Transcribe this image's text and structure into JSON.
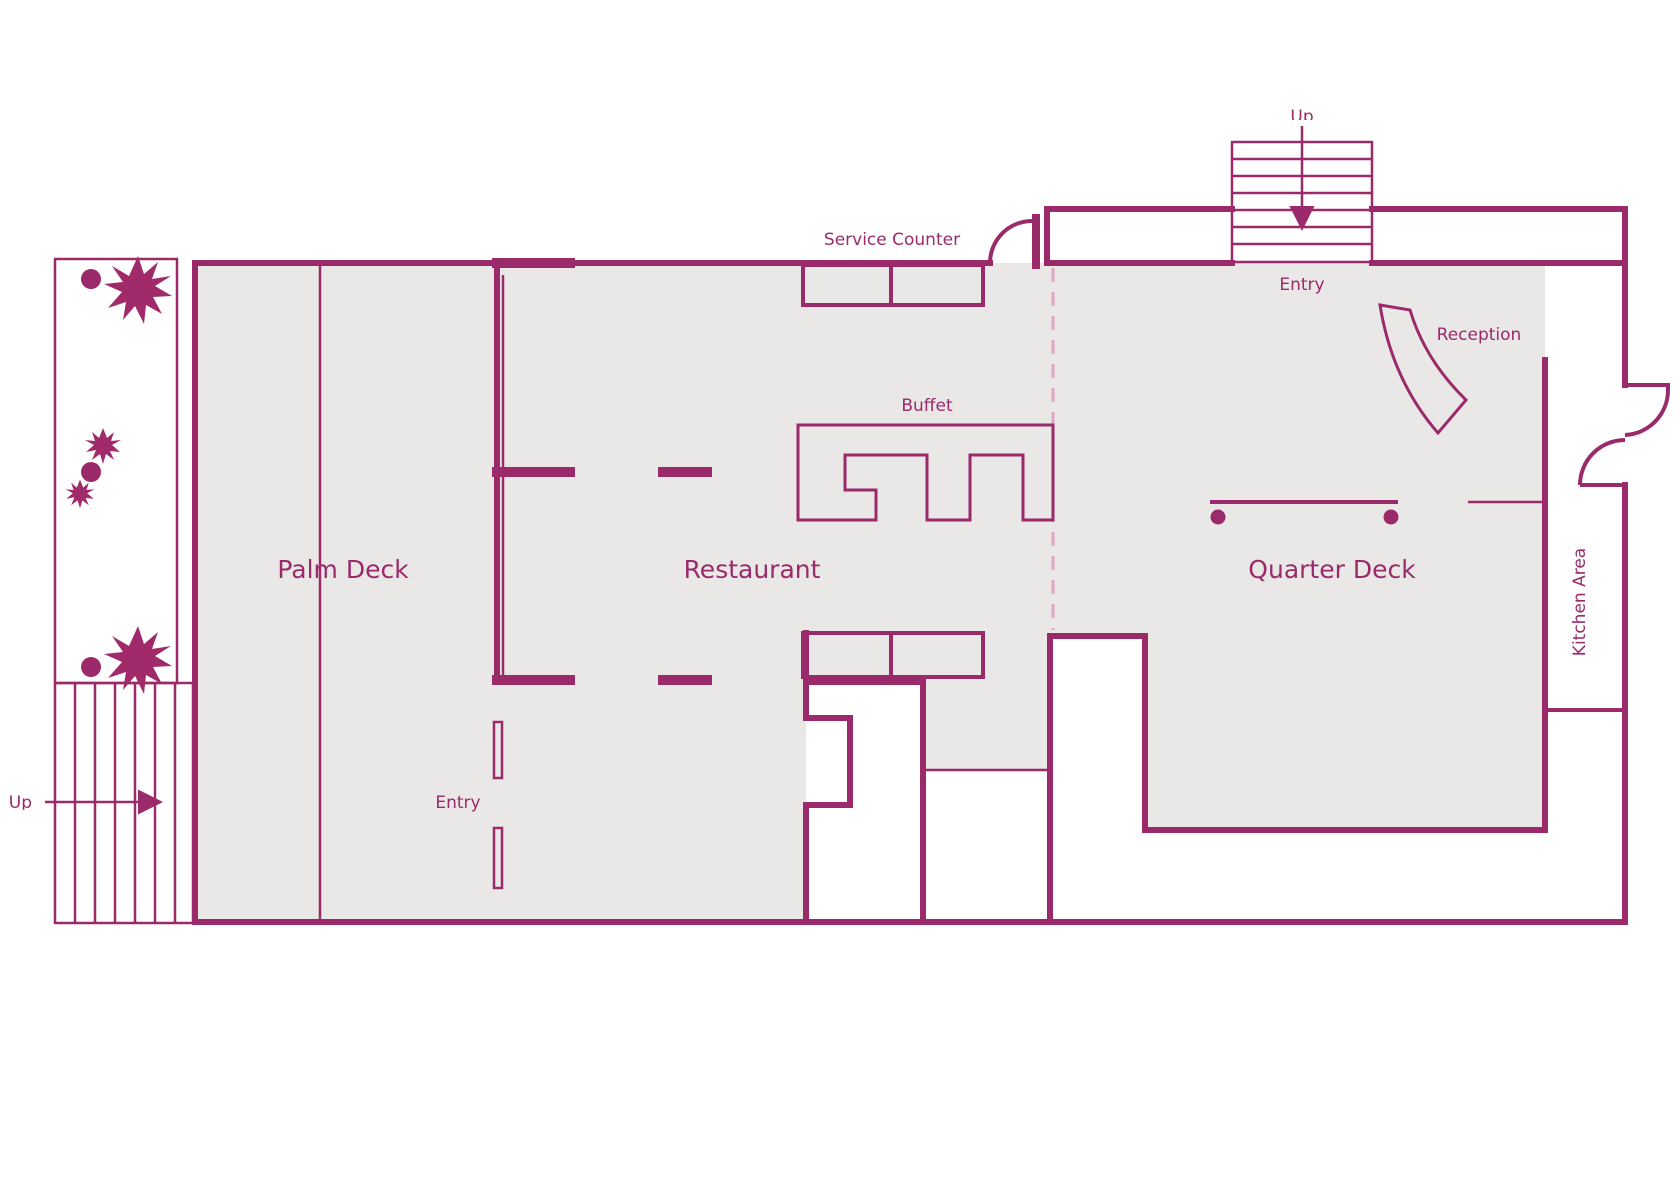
{
  "plan": {
    "accent_color": "#9b2a6b",
    "floor_color": "#e9e8e6",
    "partition_color": "#e2a5c3"
  },
  "rooms": {
    "palm_deck": "Palm Deck",
    "restaurant": "Restaurant",
    "quarter_deck": "Quarter Deck",
    "kitchen_area": "Kitchen Area"
  },
  "labels": {
    "service_counter": "Service Counter",
    "buffet": "Buffet",
    "entry_top": "Entry",
    "entry_left": "Entry",
    "reception": "Reception",
    "stair_left": "Up",
    "stair_top": "Up"
  },
  "icons": [
    "plant-icon",
    "stairs-icon",
    "arrow-icon",
    "door-swing-icon",
    "column-icon"
  ]
}
